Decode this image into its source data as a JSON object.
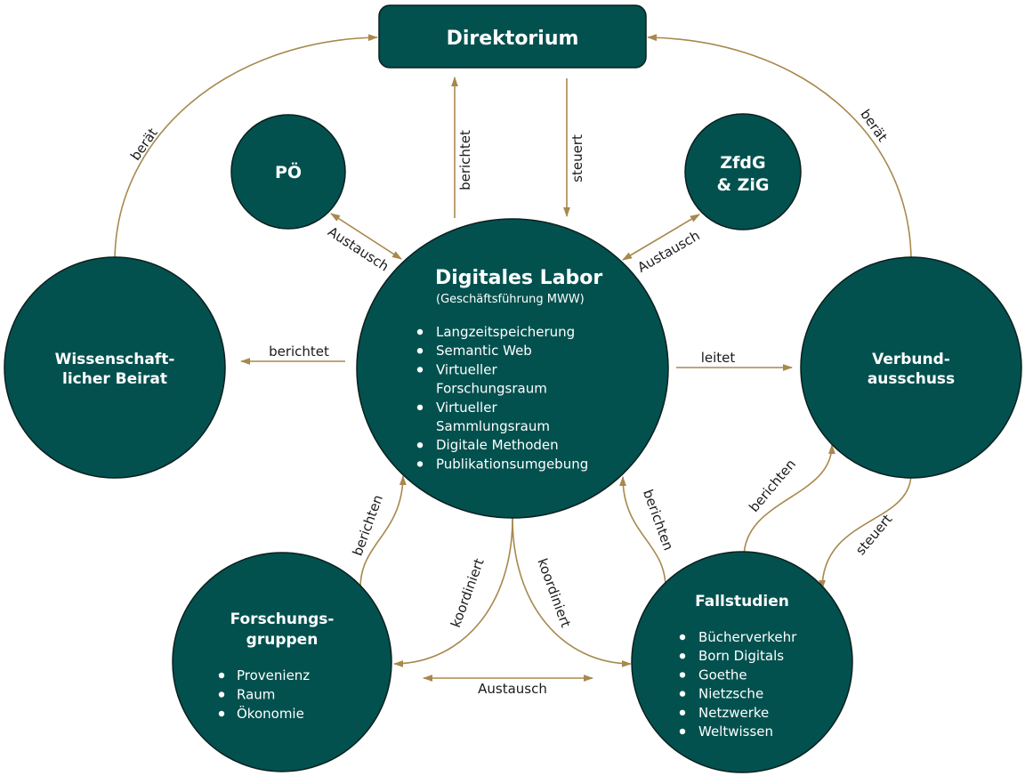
{
  "colors": {
    "node_fill": "#02514F",
    "node_stroke": "#0b1f1e",
    "edge": "#A8884E",
    "node_text": "#ffffff",
    "label_text": "#1a1a1a"
  },
  "nodes": {
    "direktorium": {
      "title": "Direktorium"
    },
    "poe": {
      "title": "PÖ"
    },
    "zfdg": {
      "title_lines": [
        "ZfdG",
        "& ZiG"
      ]
    },
    "digitales_labor": {
      "title": "Digitales Labor",
      "subtitle": "(Geschäftsführung MWW)",
      "items": [
        [
          "Langzeitspeicherung"
        ],
        [
          "Semantic Web"
        ],
        [
          "Virtueller",
          "Forschungsraum"
        ],
        [
          "Virtueller",
          "Sammlungsraum"
        ],
        [
          "Digitale Methoden"
        ],
        [
          "Publikationsumgebung"
        ]
      ]
    },
    "beirat": {
      "title_lines": [
        "Wissenschaft-",
        "licher Beirat"
      ]
    },
    "verbundausschuss": {
      "title_lines": [
        "Verbund-",
        "ausschuss"
      ]
    },
    "forschungsgruppen": {
      "title_lines": [
        "Forschungs-",
        "gruppen"
      ],
      "items": [
        "Provenienz",
        "Raum",
        "Ökonomie"
      ]
    },
    "fallstudien": {
      "title": "Fallstudien",
      "items": [
        "Bücherverkehr",
        "Born Digitals",
        "Goethe",
        "Nietzsche",
        "Netzwerke",
        "Weltwissen"
      ]
    }
  },
  "edges": {
    "beirat_to_direktorium": "berät",
    "verbund_to_direktorium": "berät",
    "labor_to_direktorium": "berichtet",
    "direktorium_to_labor": "steuert",
    "labor_poe": "Austausch",
    "labor_zfdg": "Austausch",
    "labor_to_beirat": "berichtet",
    "labor_to_verbund": "leitet",
    "forschung_to_labor": "berichten",
    "fall_to_labor": "berichten",
    "labor_to_forschung": "koordiniert",
    "labor_to_fall": "koordiniert",
    "forschung_fall": "Austausch",
    "fall_to_verbund": "berichten",
    "verbund_to_fall": "steuert"
  }
}
